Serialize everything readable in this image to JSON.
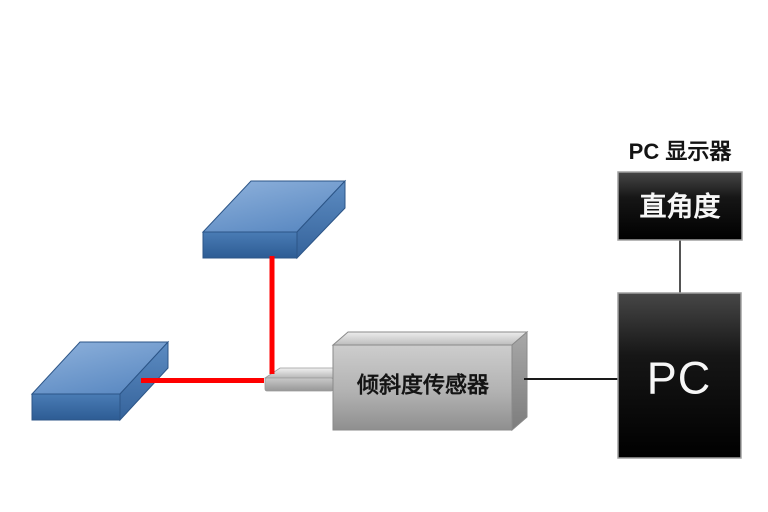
{
  "page": {
    "background": "#ffffff",
    "description_type": "measurement-setup-diagram"
  },
  "labels": {
    "monitor_title": "PC 显示器",
    "monitor_display": "直角度",
    "sensor": "倾斜度传感器",
    "pc": "PC"
  },
  "colors": {
    "laser_red": "#ff0000",
    "connector": "#1a1a1a",
    "block_blue_front": "#38699f",
    "block_blue_top": "#7fa5d4",
    "sensor_gray": "#b3b3b3",
    "device_black": "#0a0a0a",
    "text_white": "#f7f7f7",
    "text_black": "#141414"
  },
  "connections": [
    {
      "from": "upper-granite-block",
      "to": "sensor-probe",
      "style": "red-laser-line"
    },
    {
      "from": "lower-granite-block",
      "to": "sensor-probe",
      "style": "red-laser-line"
    },
    {
      "from": "tilt-sensor",
      "to": "pc",
      "style": "wire"
    },
    {
      "from": "pc",
      "to": "pc-monitor",
      "style": "wire"
    }
  ]
}
